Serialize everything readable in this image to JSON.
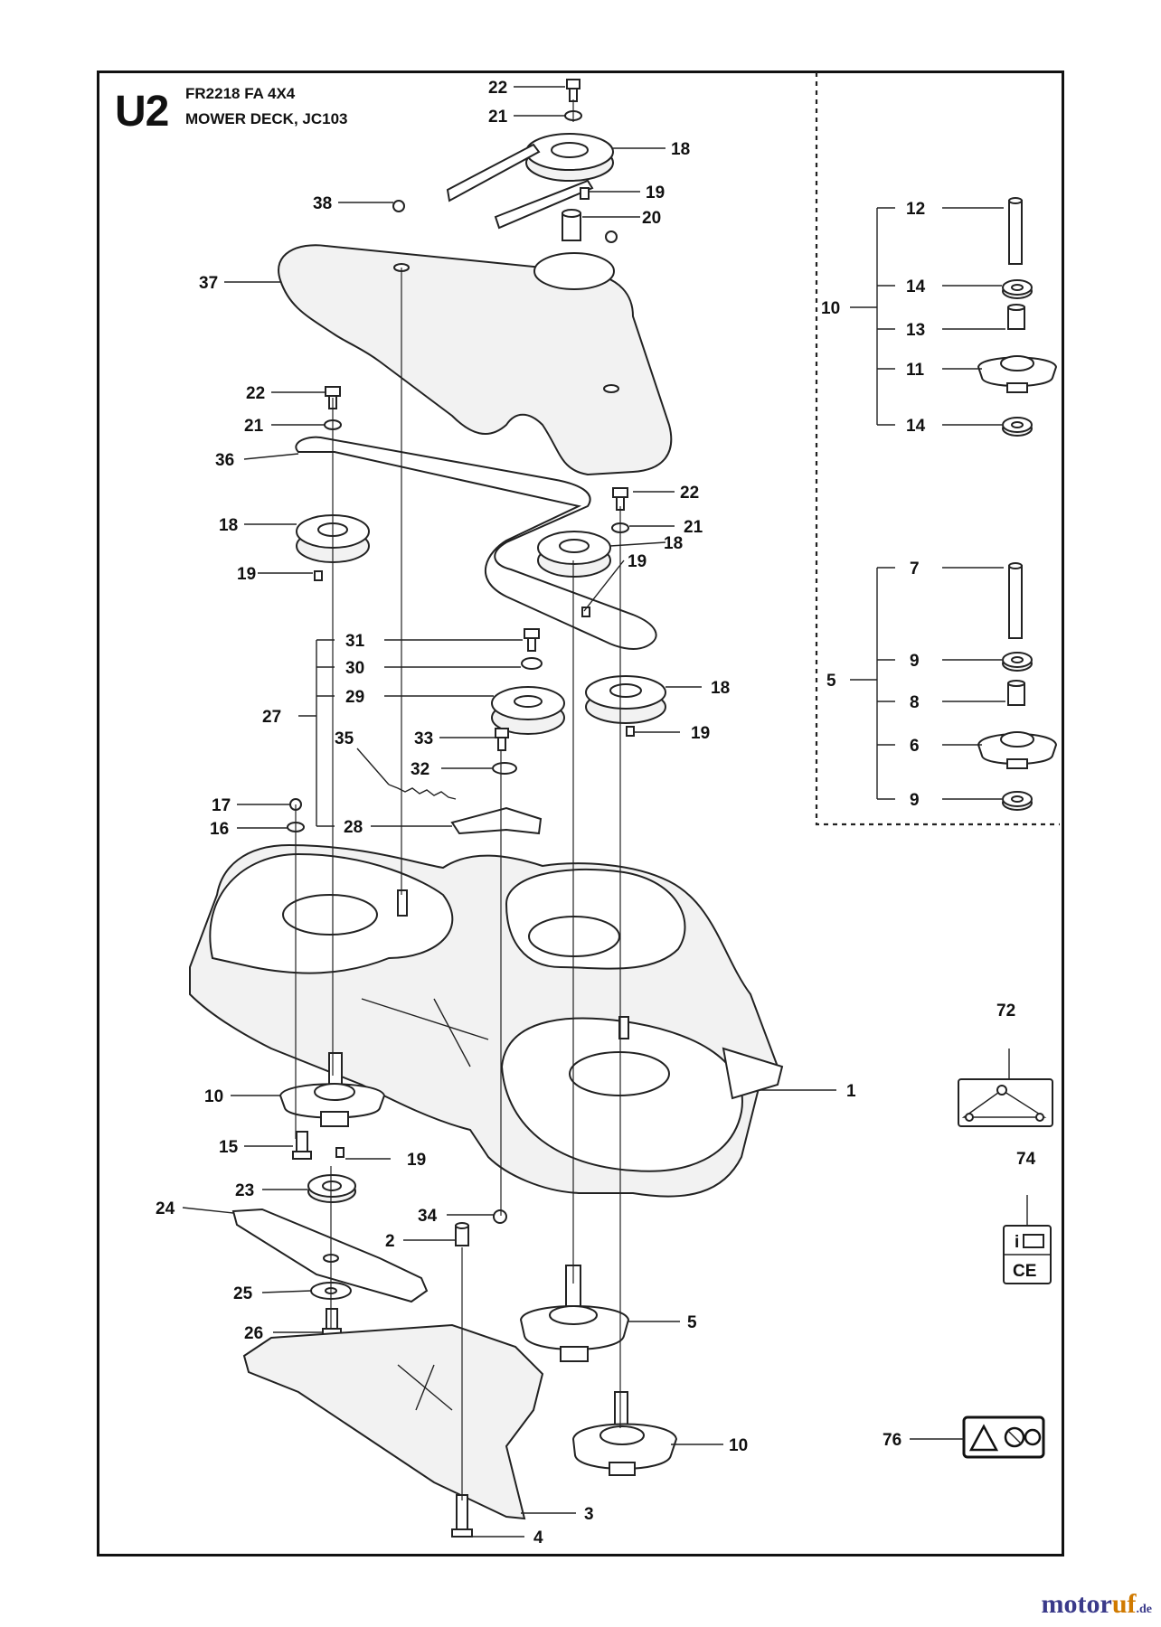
{
  "header": {
    "page_code": "U2",
    "model": "FR2218 FA 4X4",
    "title": "MOWER DECK, JC103"
  },
  "callouts": {
    "c22a": "22",
    "c21a": "21",
    "c18a": "18",
    "c19a": "19",
    "c20": "20",
    "c38": "38",
    "c37": "37",
    "c22b": "22",
    "c21b": "21",
    "c36": "36",
    "c22c": "22",
    "c21c": "21",
    "c18b": "18",
    "c18c": "18",
    "c19b": "19",
    "c19c": "19",
    "c31": "31",
    "c30": "30",
    "c29": "29",
    "c27": "27",
    "c18d": "18",
    "c19d": "19",
    "c35": "35",
    "c33": "33",
    "c32": "32",
    "c17": "17",
    "c16": "16",
    "c28": "28",
    "c1": "1",
    "c10a": "10",
    "c15": "15",
    "c19e": "19",
    "c23": "23",
    "c24": "24",
    "c34": "34",
    "c2": "2",
    "c25": "25",
    "c26": "26",
    "c5": "5",
    "c10b": "10",
    "c3": "3",
    "c4": "4",
    "k12": "12",
    "k14a": "14",
    "k10": "10",
    "k13": "13",
    "k11": "11",
    "k14b": "14",
    "k7": "7",
    "k9a": "9",
    "k5": "5",
    "k8": "8",
    "k6": "6",
    "k9b": "9",
    "k72": "72",
    "k74": "74",
    "k76": "76"
  },
  "labels": {
    "ce_mark": "CE",
    "info_mark": "i"
  },
  "watermark": {
    "part_a": "motor",
    "part_b": "uf",
    "suffix": ".de"
  }
}
